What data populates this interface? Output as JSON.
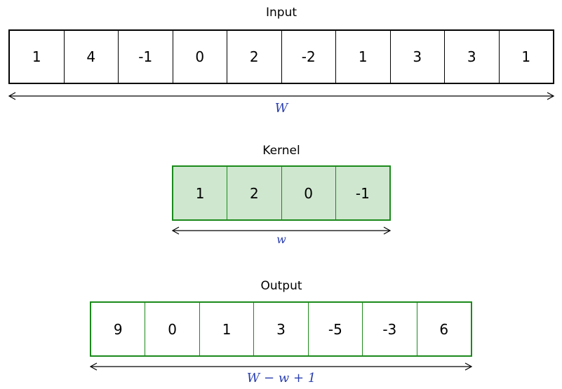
{
  "input": {
    "title": "Input",
    "values": [
      "1",
      "4",
      "-1",
      "0",
      "2",
      "-2",
      "1",
      "3",
      "3",
      "1"
    ],
    "dimension_label": "W"
  },
  "kernel": {
    "title": "Kernel",
    "values": [
      "1",
      "2",
      "0",
      "-1"
    ],
    "dimension_label": "w"
  },
  "output": {
    "title": "Output",
    "values": [
      "9",
      "0",
      "1",
      "3",
      "-5",
      "-3",
      "6"
    ],
    "dimension_label": "W − w + 1"
  },
  "colors": {
    "input_border": "#000000",
    "kernel_border": "#1b8a1b",
    "kernel_fill": "#cfe7cf",
    "output_border": "#1b8a1b",
    "dimension_label": "#2a3fb0"
  }
}
